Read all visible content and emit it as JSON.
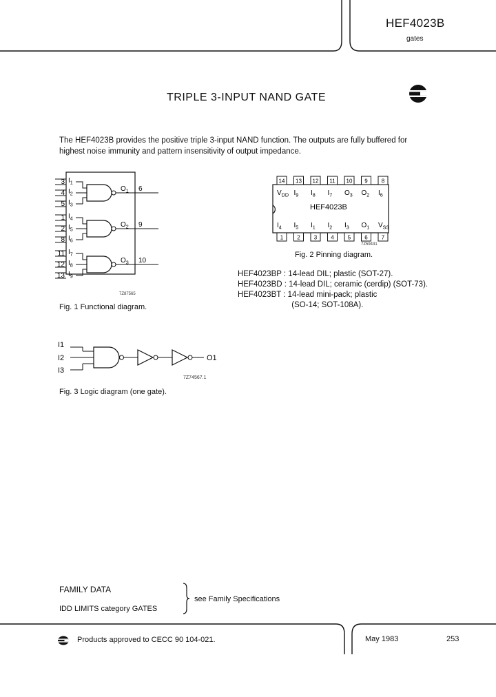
{
  "header": {
    "part_number": "HEF4023B",
    "category": "gates"
  },
  "title": "TRIPLE 3-INPUT NAND GATE",
  "intro": "The HEF4023B provides the positive triple 3-input NAND function. The outputs are fully buffered for highest noise immunity and pattern insensitivity of output impedance.",
  "fig1": {
    "caption": "Fig. 1  Functional diagram.",
    "code": "7Z87565",
    "gates": [
      {
        "pins_in": [
          "3",
          "4",
          "5"
        ],
        "inputs": [
          "I1",
          "I2",
          "I3"
        ],
        "output": "O1",
        "pin_out": "6"
      },
      {
        "pins_in": [
          "1",
          "2",
          "8"
        ],
        "inputs": [
          "I4",
          "I5",
          "I6"
        ],
        "output": "O2",
        "pin_out": "9"
      },
      {
        "pins_in": [
          "11",
          "12",
          "13"
        ],
        "inputs": [
          "I7",
          "I8",
          "I9"
        ],
        "output": "O3",
        "pin_out": "10"
      }
    ]
  },
  "fig2": {
    "caption": "Fig. 2  Pinning diagram.",
    "code": "7Z59431",
    "chip_label": "HEF4023B",
    "top_pins": [
      "14",
      "13",
      "12",
      "11",
      "10",
      "9",
      "8"
    ],
    "top_labels": [
      "VDD",
      "I9",
      "I8",
      "I7",
      "O3",
      "O2",
      "I6"
    ],
    "bottom_pins": [
      "1",
      "2",
      "3",
      "4",
      "5",
      "6",
      "7"
    ],
    "bottom_labels": [
      "I4",
      "I5",
      "I1",
      "I2",
      "I3",
      "O1",
      "VSS"
    ]
  },
  "ordering": [
    {
      "type": "HEF4023BP :",
      "desc": " 14-lead DIL; plastic (SOT-27)."
    },
    {
      "type": "HEF4023BD :",
      "desc": " 14-lead DIL; ceramic (cerdip) (SOT-73)."
    },
    {
      "type": "HEF4023BT :",
      "desc": " 14-lead mini-pack; plastic"
    },
    {
      "type": "",
      "desc": " (SO-14; SOT-108A)."
    }
  ],
  "fig3": {
    "caption": "Fig. 3  Logic diagram (one gate).",
    "code": "7Z74567.1",
    "inputs": [
      "I1",
      "I2",
      "I3"
    ],
    "output": "O1"
  },
  "family": {
    "family_data": "FAMILY DATA",
    "idd_limits": "IDD LIMITS category GATES",
    "see": "see Family Specifications"
  },
  "footer": {
    "approved": "Products approved to CECC 90 104-021.",
    "date": "May 1983",
    "page": "253"
  }
}
